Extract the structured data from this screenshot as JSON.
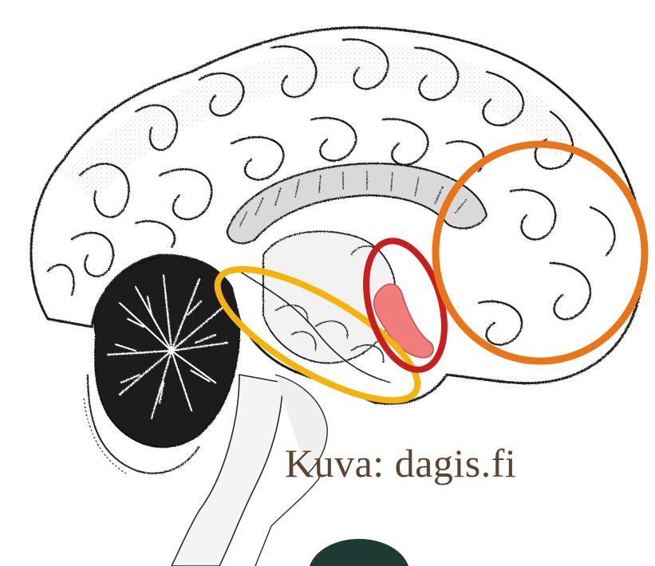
{
  "image": {
    "caption": "Kuva: dagis.fi",
    "caption_color": "#5b4330",
    "highlights": [
      {
        "name": "prefrontal-cortex-ring",
        "color": "#e8751a"
      },
      {
        "name": "hippocampus-ring",
        "color": "#f5b30c"
      },
      {
        "name": "amygdala-ring",
        "color": "#c81e1e"
      },
      {
        "name": "amygdala-fill",
        "color": "#f07c7c"
      }
    ],
    "ink_color": "#1c1c1c"
  }
}
